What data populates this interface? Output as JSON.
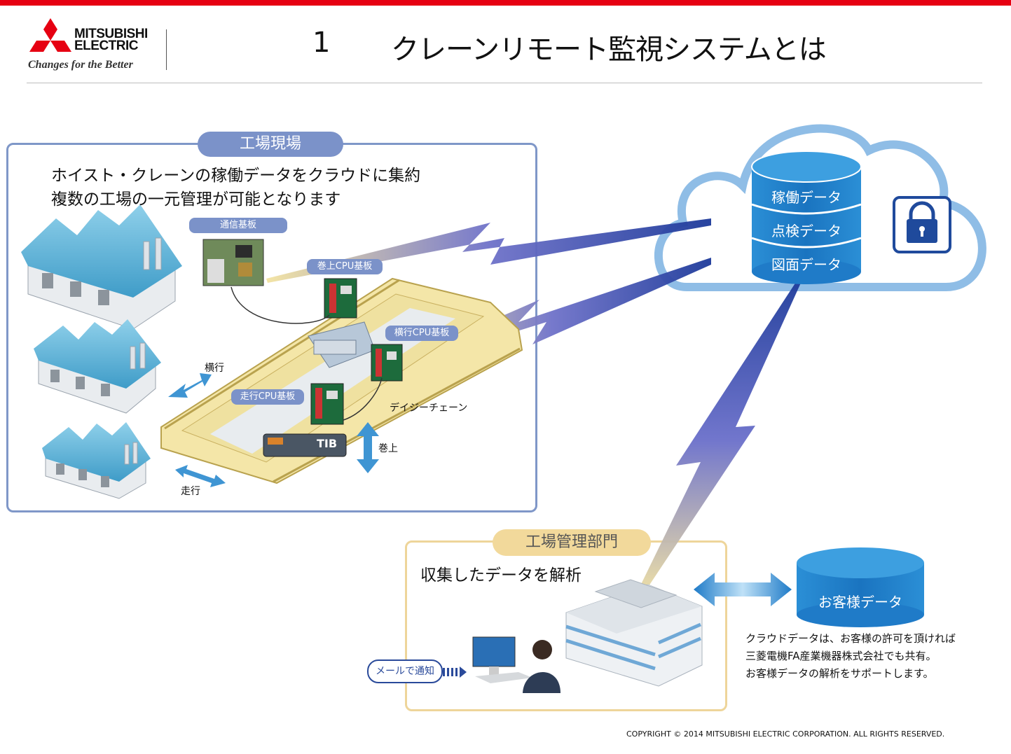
{
  "header": {
    "brand_name": "MITSUBISHI\nELECTRIC",
    "tagline": "Changes for the Better",
    "title_number": "1",
    "title": "クレーンリモート監視システムとは"
  },
  "factory_site": {
    "label": "工場現場",
    "description_line1": "ホイスト・クレーンの稼働データをクラウドに集約",
    "description_line2": "複数の工場の一元管理が可能となります",
    "tags": {
      "comm_board": "通信基板",
      "hoist_cpu": "巻上CPU基板",
      "traverse_cpu": "横行CPU基板",
      "travel_cpu": "走行CPU基板"
    },
    "labels": {
      "traverse": "横行",
      "travel": "走行",
      "hoist": "巻上",
      "daisy_chain": "デイジーチェーン",
      "tib": "TIB"
    }
  },
  "cloud": {
    "db_layers": [
      "稼働データ",
      "点検データ",
      "図面データ"
    ],
    "lock_icon": "lock-icon",
    "colors": {
      "cloud_outline": "#8fbde6",
      "db_blue": "#1d7fc9",
      "lock_blue": "#1f4a9c"
    }
  },
  "management": {
    "label": "工場管理部門",
    "description": "収集したデータを解析",
    "mail_notice": "メールで通知"
  },
  "customer": {
    "db_label": "お客様データ",
    "note_lines": [
      "クラウドデータは、お客様の許可を頂ければ",
      "三菱電機FA産業機器株式会社でも共有。",
      "お客様データの解析をサポートします。"
    ]
  },
  "footer": {
    "copyright": "COPYRIGHT © 2014 MITSUBISHI ELECTRIC CORPORATION. ALL RIGHTS RESERVED."
  }
}
